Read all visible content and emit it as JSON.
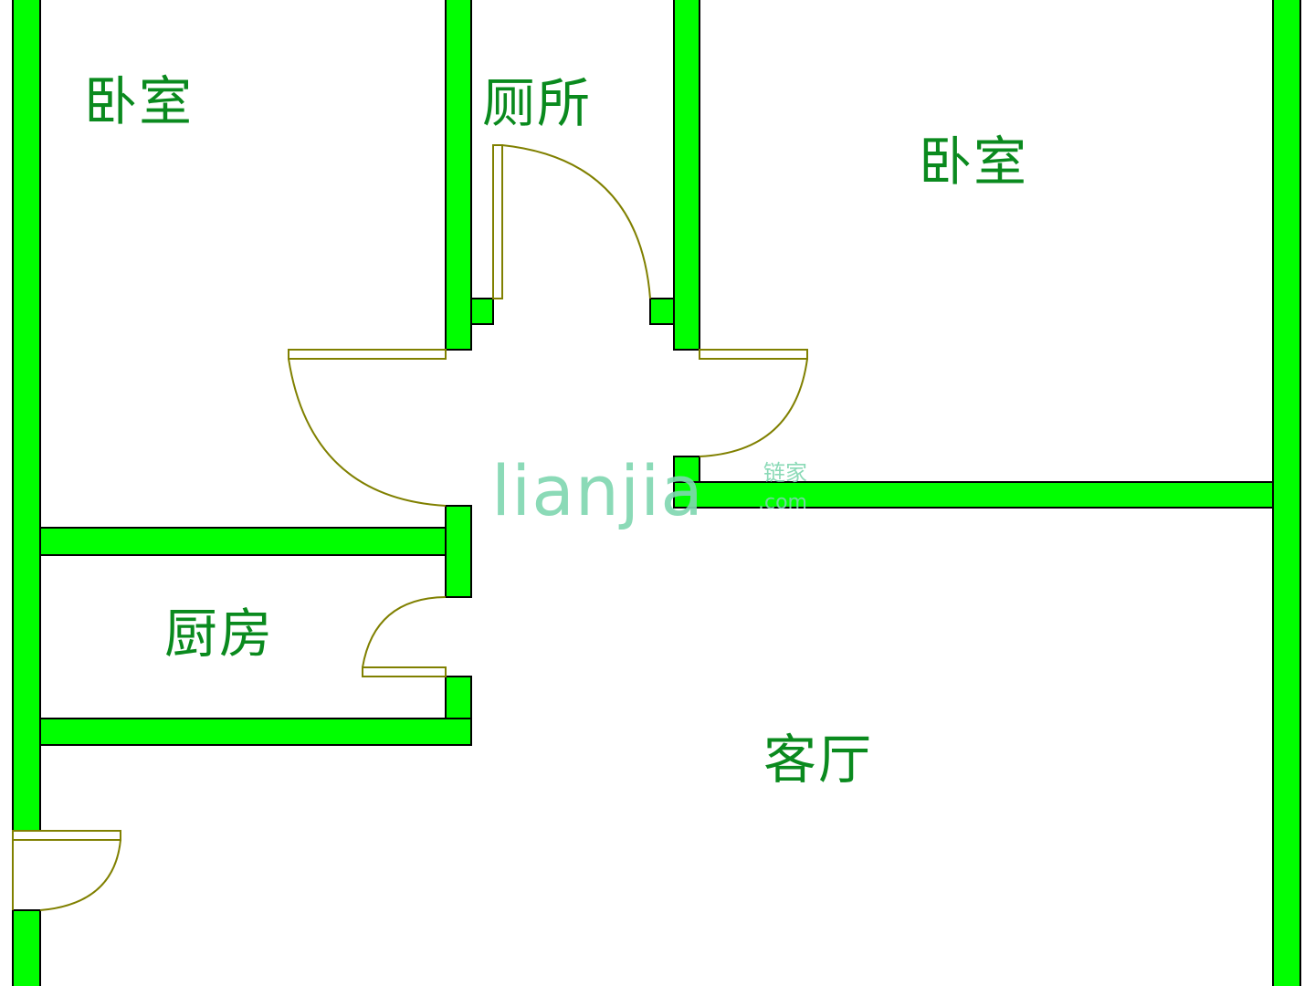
{
  "rooms": {
    "bedroom_left": "卧室",
    "toilet": "厕所",
    "bedroom_right": "卧室",
    "kitchen": "厨房",
    "living_room": "客厅"
  },
  "watermark": {
    "brand": "Lianjia",
    "brand_cn": "链家",
    "domain": ".com"
  },
  "colors": {
    "wall_fill": "#00ff00",
    "wall_outline": "#000000",
    "door": "#808000",
    "label": "#0a8a1e",
    "watermark": "#7fd6b0"
  }
}
